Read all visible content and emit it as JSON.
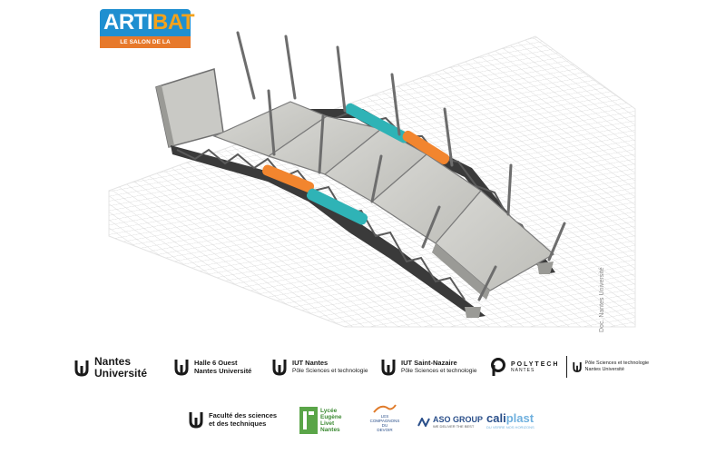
{
  "header_logo": {
    "brand_part1": "ARTI",
    "brand_part2": "BAT",
    "tagline": "LE SALON DE LA CONSTRUCTION",
    "colors": {
      "blue": "#1f8fd0",
      "orange": "#e7792b",
      "yellow": "#f4a21b"
    }
  },
  "illustration": {
    "credit": "Doc. Nantes Université",
    "colors": {
      "deck": "#cfcfcb",
      "chassis": "#3b3b3b",
      "teal": "#2fb3b6",
      "orange": "#f2852e",
      "grid": "#d8d8d8"
    }
  },
  "partners_row1": [
    {
      "icon": "nantes-universite-icon",
      "line1": "Nantes",
      "line2": "Université"
    },
    {
      "icon": "nantes-universite-icon",
      "line1": "Halle 6 Ouest",
      "line2": "Nantes Université"
    },
    {
      "icon": "nantes-universite-icon",
      "line1": "IUT Nantes",
      "line2": "Pôle Sciences et technologie"
    },
    {
      "icon": "nantes-universite-icon",
      "line1": "IUT Saint-Nazaire",
      "line2": "Pôle Sciences et technologie"
    },
    {
      "icon": "polytech-icon",
      "line1": "POLYTECH",
      "line2": "NANTES",
      "extra1": "Pôle Sciences et technologie",
      "extra2": "Nantes Université"
    }
  ],
  "partners_row2": [
    {
      "icon": "nantes-universite-icon",
      "line1": "Faculté des sciences",
      "line2": "et des techniques"
    },
    {
      "icon": "lycee-icon",
      "line1": "Lycée",
      "line2": "Eugène",
      "line3": "Livet",
      "line4": "Nantes"
    },
    {
      "icon": "compagnons-icon",
      "line1": "LES",
      "line2": "COMPAGNONS",
      "line3": "DU",
      "line4": "DEVOIR"
    },
    {
      "icon": "aso-group-icon",
      "line1": "ASO GROUP",
      "line2": "WE DELIVER THE BEST"
    },
    {
      "icon": "caliplast-icon",
      "line1": "cali",
      "line2": "plast",
      "line3": "DU VERRE NOS HORIZONS"
    }
  ]
}
